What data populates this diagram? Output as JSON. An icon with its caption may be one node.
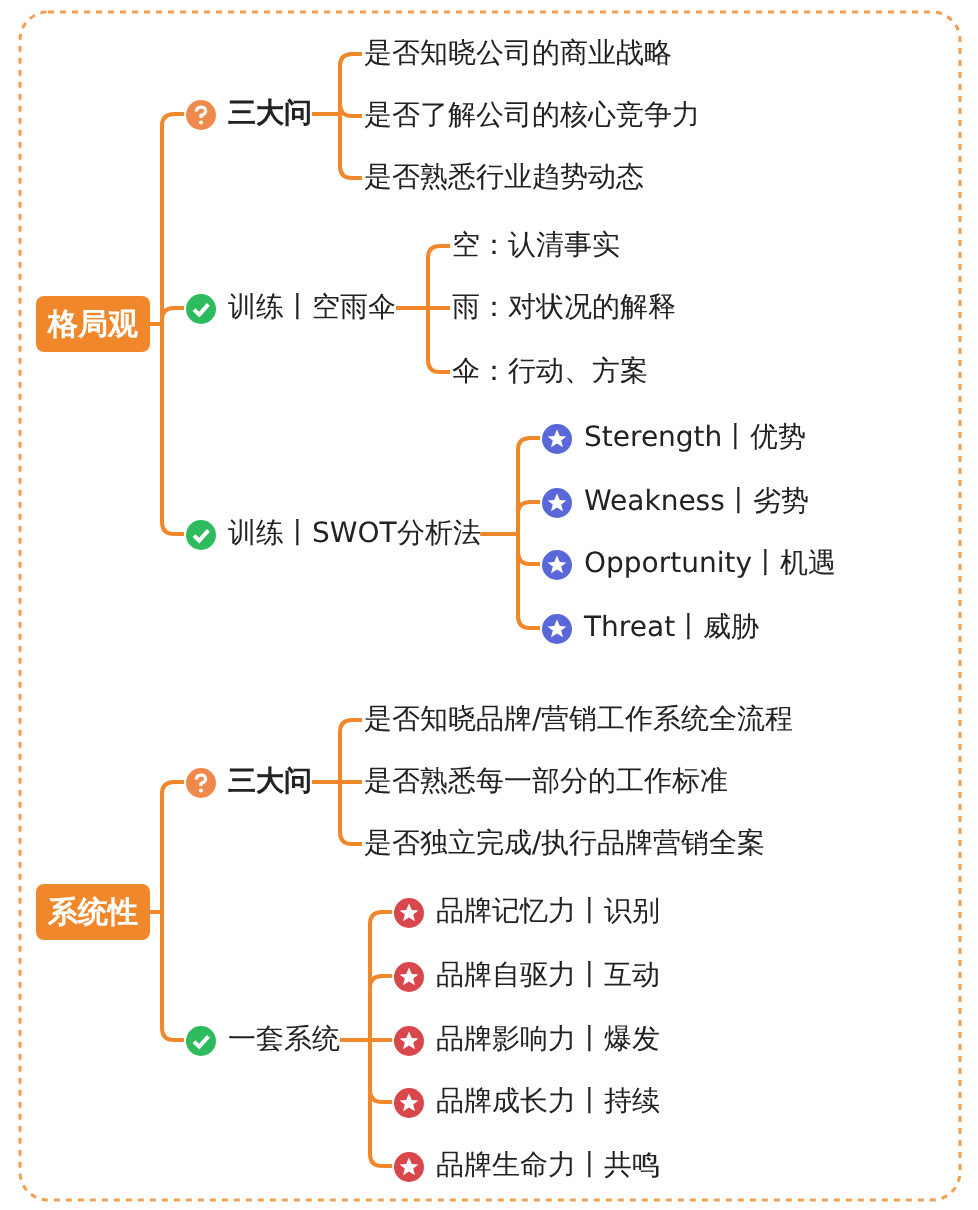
{
  "diagram": {
    "nodes": [
      {
        "text": [
          "格局观"
        ]
      },
      {
        "text": [
          "三大问"
        ]
      },
      {
        "text": [
          "是否知晓公司的商业战略"
        ]
      },
      {
        "text": [
          "是否了解公司的核心竞争力"
        ]
      },
      {
        "text": [
          "是否熟悉行业趋势动态"
        ]
      },
      {
        "text": [
          "训练丨空雨伞"
        ]
      },
      {
        "text": [
          "空：认清事实"
        ]
      },
      {
        "text": [
          "雨：对状况的解释"
        ]
      },
      {
        "text": [
          "伞：行动、方案"
        ]
      },
      {
        "text": [
          "训练丨SWOT分析法"
        ]
      },
      {
        "text": [
          "Sterength丨优势"
        ]
      },
      {
        "text": [
          "Weakness丨劣势"
        ]
      },
      {
        "text": [
          "Opportunity丨机遇"
        ]
      },
      {
        "text": [
          "Threat丨威胁"
        ]
      },
      {
        "text": [
          "系统性"
        ]
      },
      {
        "text": [
          "三大问"
        ]
      },
      {
        "text": [
          "是否知晓品牌/营销工作系统全流程"
        ]
      },
      {
        "text": [
          "是否熟悉每一部分的工作标准"
        ]
      },
      {
        "text": [
          "是否独立完成/执行品牌营销全案"
        ]
      },
      {
        "text": [
          "一套系统"
        ]
      },
      {
        "text": [
          "品牌记忆力丨识别"
        ]
      },
      {
        "text": [
          "品牌自驱力丨互动"
        ]
      },
      {
        "text": [
          "品牌影响力丨爆发"
        ]
      },
      {
        "text": [
          "品牌成长力丨持续"
        ]
      },
      {
        "text": [
          "品牌生命力丨共鸣"
        ]
      }
    ],
    "edges": [
      {
        "from": 0,
        "to": 1,
        "arrow": "none"
      },
      {
        "from": 1,
        "to": 2,
        "arrow": "none"
      },
      {
        "from": 1,
        "to": 3,
        "arrow": "none"
      },
      {
        "from": 1,
        "to": 4,
        "arrow": "none"
      },
      {
        "from": 0,
        "to": 5,
        "arrow": "none"
      },
      {
        "from": 5,
        "to": 6,
        "arrow": "none"
      },
      {
        "from": 5,
        "to": 7,
        "arrow": "none"
      },
      {
        "from": 5,
        "to": 8,
        "arrow": "none"
      },
      {
        "from": 0,
        "to": 9,
        "arrow": "none"
      },
      {
        "from": 9,
        "to": 10,
        "arrow": "none"
      },
      {
        "from": 9,
        "to": 11,
        "arrow": "none"
      },
      {
        "from": 9,
        "to": 12,
        "arrow": "none"
      },
      {
        "from": 9,
        "to": 13,
        "arrow": "none"
      },
      {
        "from": 14,
        "to": 15,
        "arrow": "none"
      },
      {
        "from": 15,
        "to": 16,
        "arrow": "none"
      },
      {
        "from": 15,
        "to": 17,
        "arrow": "none"
      },
      {
        "from": 15,
        "to": 18,
        "arrow": "none"
      },
      {
        "from": 14,
        "to": 19,
        "arrow": "none"
      },
      {
        "from": 19,
        "to": 20,
        "arrow": "none"
      },
      {
        "from": 19,
        "to": 21,
        "arrow": "none"
      },
      {
        "from": 19,
        "to": 22,
        "arrow": "none"
      },
      {
        "from": 19,
        "to": 23,
        "arrow": "none"
      },
      {
        "from": 19,
        "to": 24,
        "arrow": "none"
      }
    ]
  }
}
